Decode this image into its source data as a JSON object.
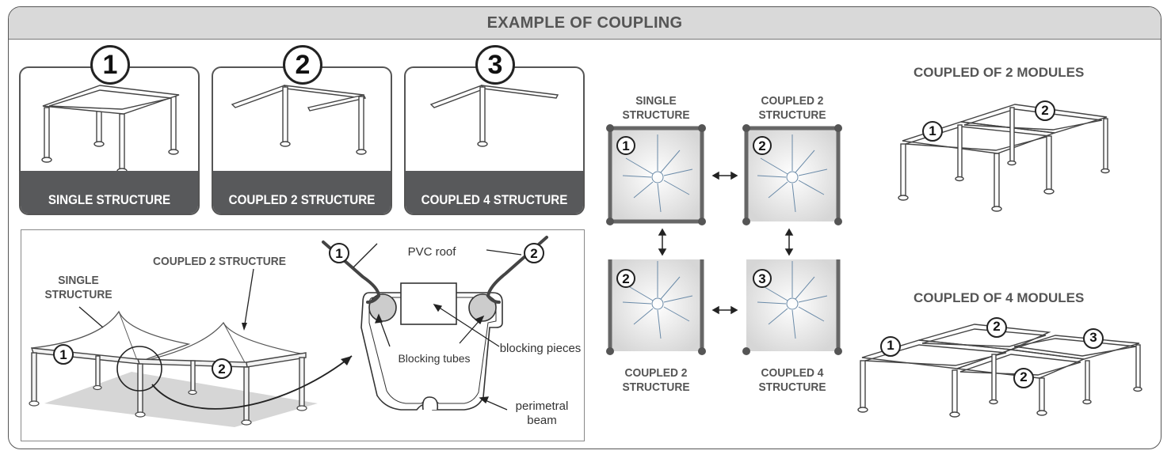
{
  "header": {
    "title": "EXAMPLE OF COUPLING"
  },
  "panels": [
    {
      "number": "1",
      "label": "SINGLE STRUCTURE"
    },
    {
      "number": "2",
      "label": "COUPLED 2 STRUCTURE"
    },
    {
      "number": "3",
      "label": "COUPLED 4 STRUCTURE"
    }
  ],
  "detail": {
    "single_label": "SINGLE\nSTRUCTURE",
    "coupled_label": "COUPLED 2 STRUCTURE",
    "marker_1": "1",
    "marker_2": "2",
    "pvc_roof": "PVC roof",
    "blocking_tubes": "Blocking tubes",
    "blocking_pieces": "blocking pieces",
    "perimetral_beam": "perimetral\nbeam"
  },
  "grid": {
    "top_left_label": "SINGLE\nSTRUCTURE",
    "top_right_label": "COUPLED 2\nSTRUCTURE",
    "bottom_left_label": "COUPLED 2\nSTRUCTURE",
    "bottom_right_label": "COUPLED 4\nSTRUCTURE",
    "top_left_number": "1",
    "top_right_number": "2",
    "bottom_left_number": "2",
    "bottom_right_number": "3"
  },
  "modules": {
    "two_title": "COUPLED OF 2 MODULES",
    "four_title": "COUPLED OF 4 MODULES",
    "two_num_1": "1",
    "two_num_2": "2",
    "four_num_1": "1",
    "four_num_2a": "2",
    "four_num_3": "3",
    "four_num_2b": "2"
  }
}
